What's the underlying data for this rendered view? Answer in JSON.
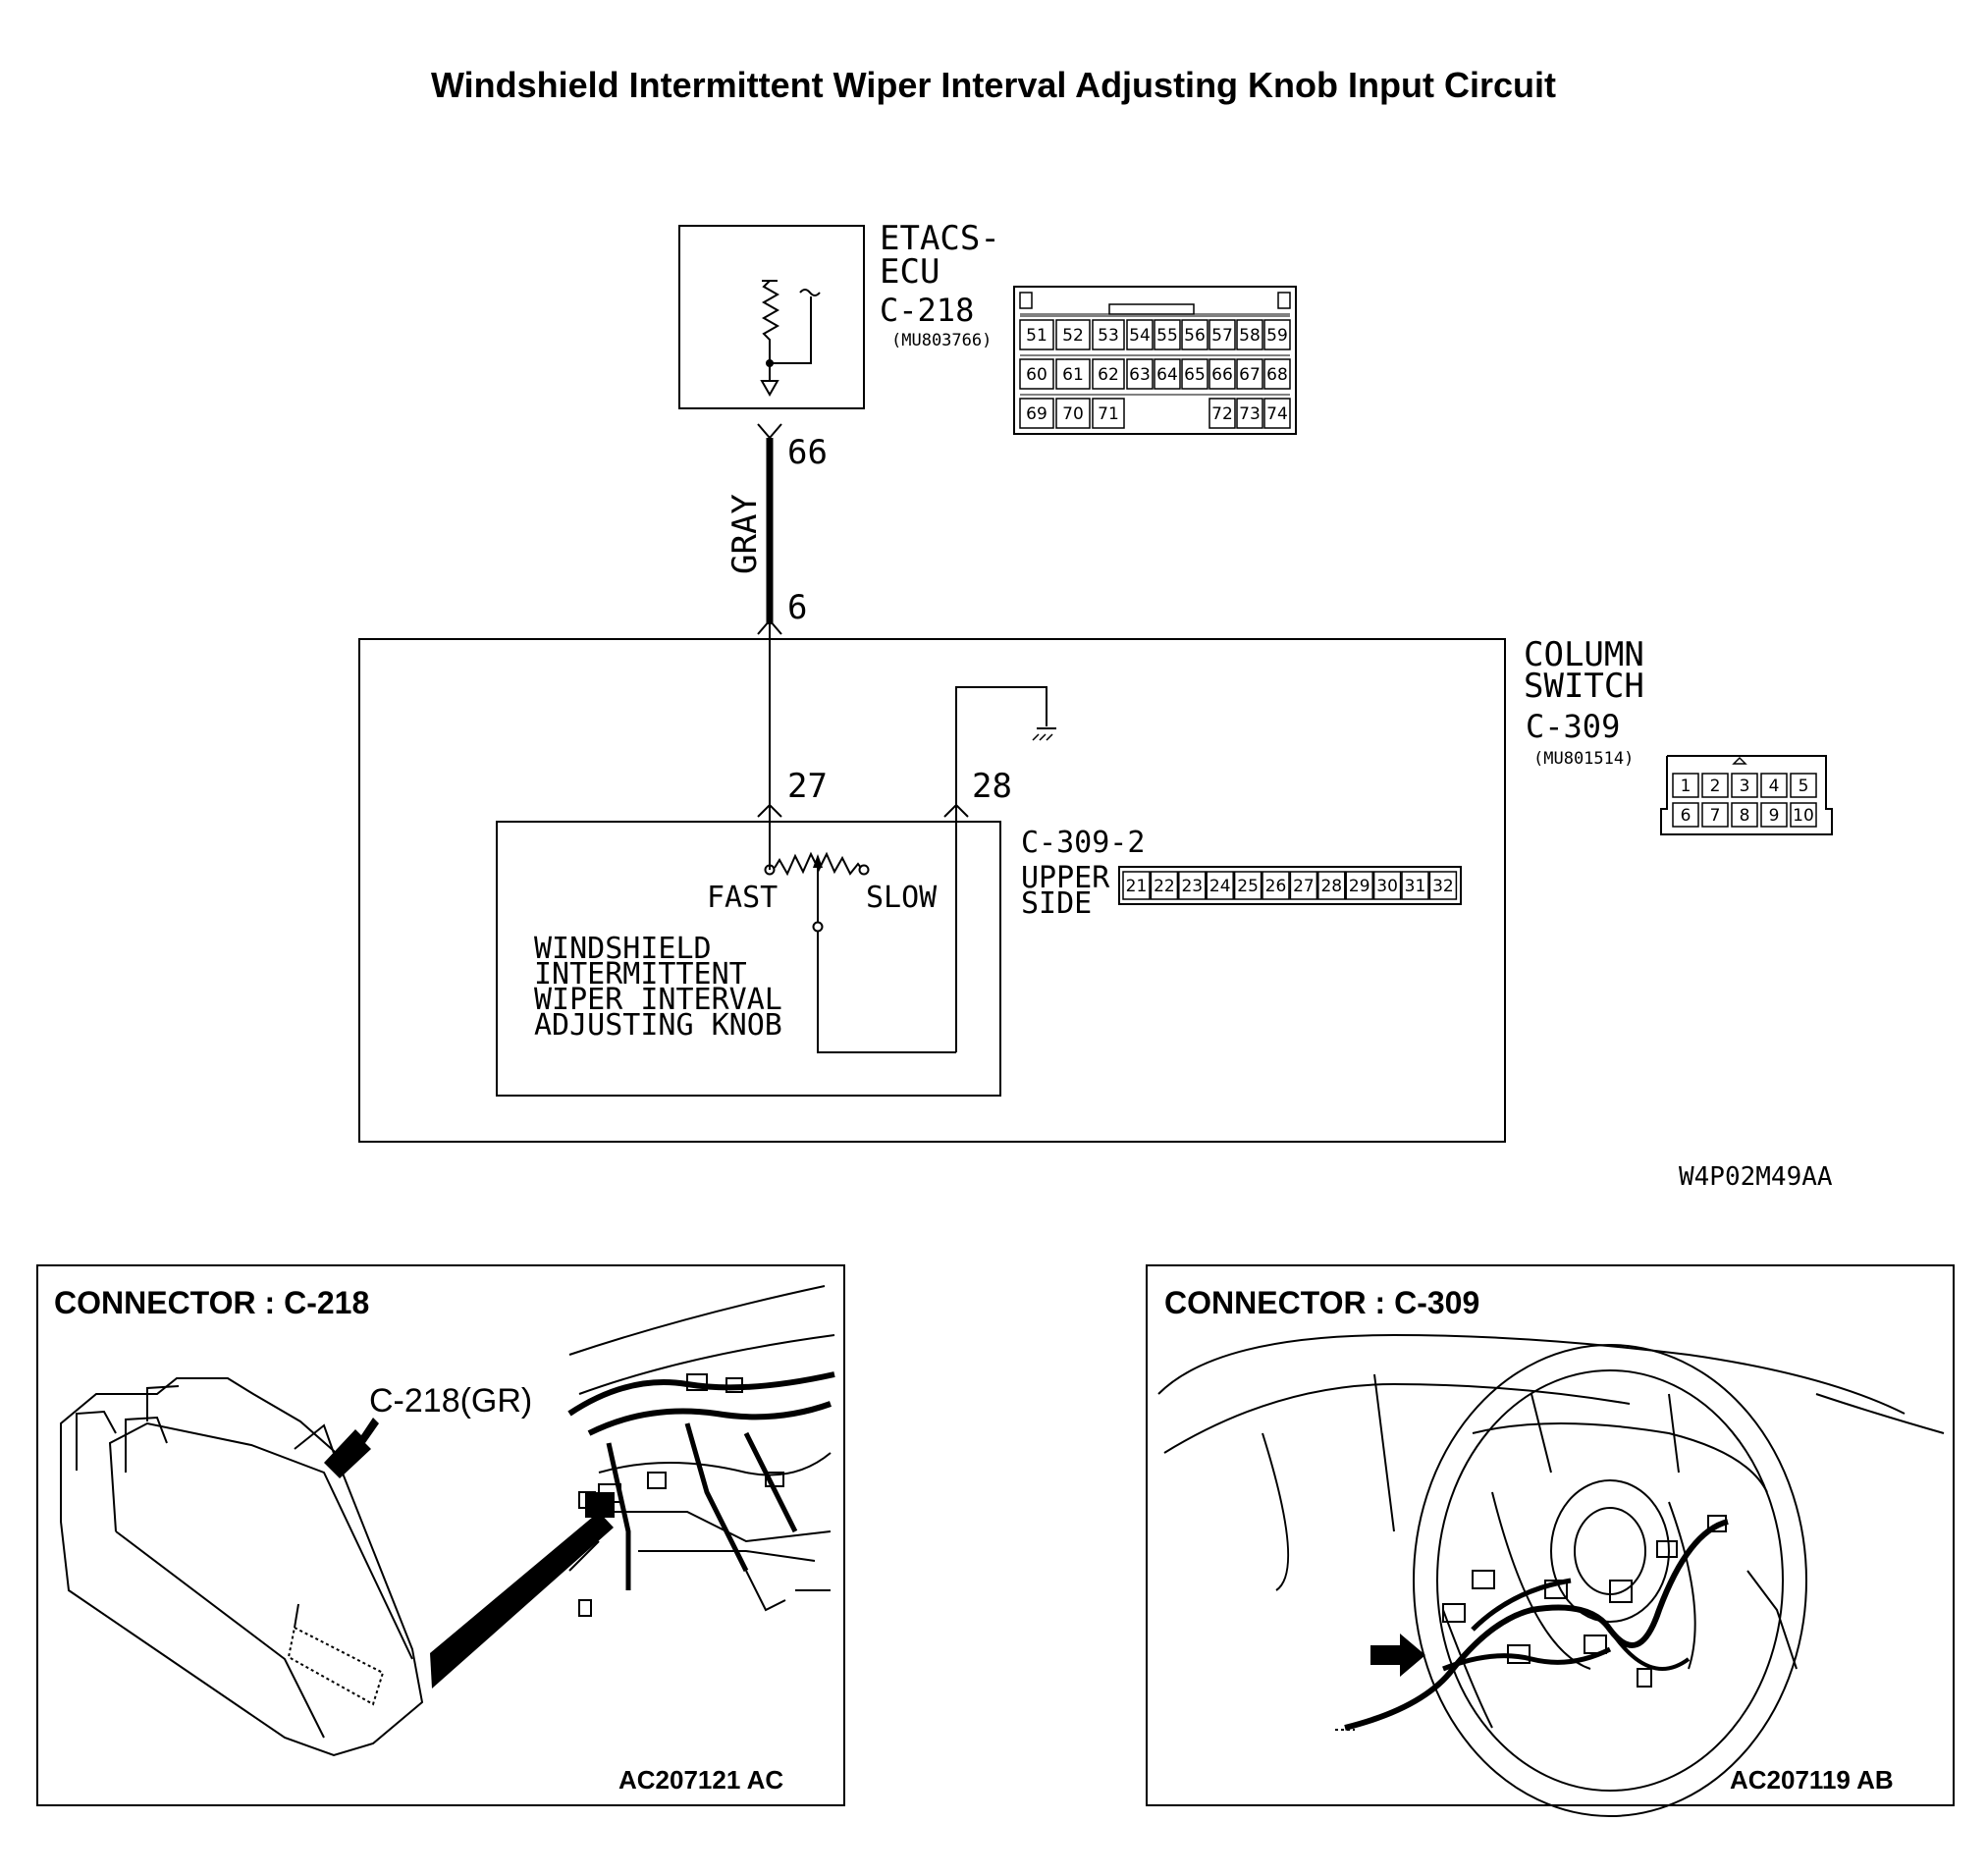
{
  "title": "Windshield Intermittent Wiper Interval Adjusting Knob Input Circuit",
  "ecu": {
    "name_line1": "ETACS-",
    "name_line2": "ECU",
    "connector": "C-218",
    "part": "(MU803766)",
    "pins_row1": [
      "51",
      "52",
      "53",
      "54",
      "55",
      "56",
      "57",
      "58",
      "59"
    ],
    "pins_row2": [
      "60",
      "61",
      "62",
      "63",
      "64",
      "65",
      "66",
      "67",
      "68"
    ],
    "pins_row3_left": [
      "69",
      "70",
      "71"
    ],
    "pins_row3_right": [
      "72",
      "73",
      "74"
    ]
  },
  "wire": {
    "color": "GRAY",
    "ecu_pin": "66",
    "switch_pin": "6"
  },
  "column_switch": {
    "name_line1": "COLUMN",
    "name_line2": "SWITCH",
    "connector": "C-309",
    "part": "(MU801514)",
    "pins_row1": [
      "1",
      "2",
      "3",
      "4",
      "5"
    ],
    "pins_row2": [
      "6",
      "7",
      "8",
      "9",
      "10"
    ],
    "sub_connector": "C-309-2",
    "side_line1": "UPPER",
    "side_line2": "SIDE",
    "sub_pins": [
      "21",
      "22",
      "23",
      "24",
      "25",
      "26",
      "27",
      "28",
      "29",
      "30",
      "31",
      "32"
    ],
    "pin_left": "27",
    "pin_right": "28"
  },
  "knob": {
    "fast": "FAST",
    "slow": "SLOW",
    "label_lines": [
      "WINDSHIELD",
      "INTERMITTENT",
      "WIPER INTERVAL",
      "ADJUSTING KNOB"
    ]
  },
  "figure_code": "W4P02M49AA",
  "panels": [
    {
      "heading": "CONNECTOR : C-218",
      "callout": "C-218(GR)",
      "code": "AC207121 AC"
    },
    {
      "heading": "CONNECTOR : C-309",
      "code": "AC207119 AB"
    }
  ]
}
